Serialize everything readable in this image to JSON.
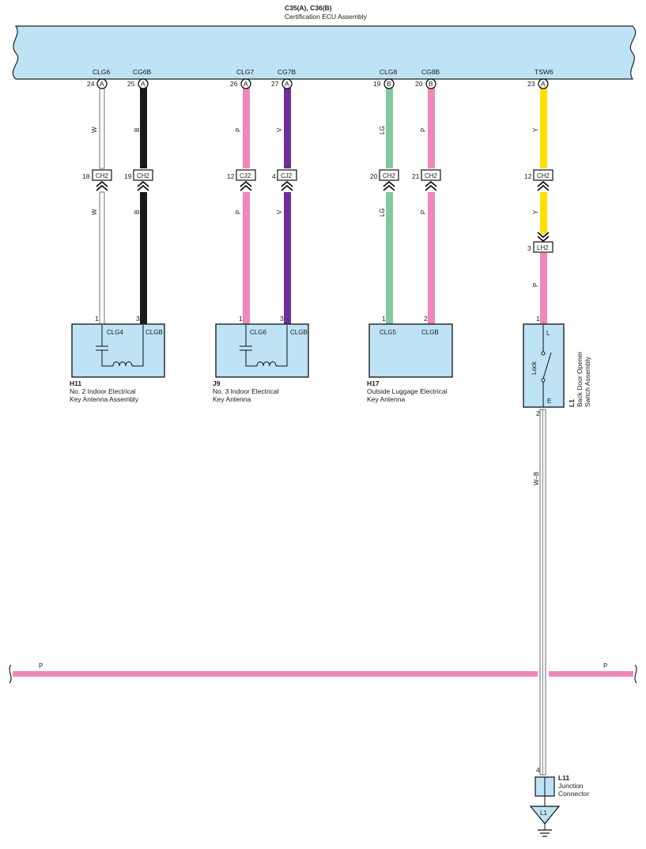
{
  "ecu": {
    "code": "C35(A), C36(B)",
    "name": "Certification ECU Assembly",
    "terminals": [
      {
        "signal": "CLG6",
        "pin": "24",
        "conn": "A"
      },
      {
        "signal": "CG6B",
        "pin": "25",
        "conn": "A"
      },
      {
        "signal": "CLG7",
        "pin": "26",
        "conn": "A"
      },
      {
        "signal": "CG7B",
        "pin": "27",
        "conn": "A"
      },
      {
        "signal": "CLG8",
        "pin": "19",
        "conn": "B"
      },
      {
        "signal": "CG8B",
        "pin": "20",
        "conn": "B"
      },
      {
        "signal": "TSW6",
        "pin": "23",
        "conn": "A"
      }
    ]
  },
  "wire_colors": {
    "W": "#ffffff",
    "B": "#1a1a1a",
    "P": "#ef87b9",
    "V": "#6b2f95",
    "LG": "#82c99d",
    "Y": "#ffe000",
    "W-B": "#ffffff"
  },
  "wires": [
    {
      "color": "W",
      "label_upper": "W",
      "label_lower": "W",
      "inline_pin": "18",
      "inline_conn": "CH2",
      "component_pin": "1"
    },
    {
      "color": "B",
      "label_upper": "B",
      "label_lower": "B",
      "inline_pin": "19",
      "inline_conn": "CH2",
      "component_pin": "3"
    },
    {
      "color": "P",
      "label_upper": "P",
      "label_lower": "P",
      "inline_pin": "12",
      "inline_conn": "CJ2",
      "component_pin": "1"
    },
    {
      "color": "V",
      "label_upper": "V",
      "label_lower": "V",
      "inline_pin": "4",
      "inline_conn": "CJ2",
      "component_pin": "3"
    },
    {
      "color": "LG",
      "label_upper": "LG",
      "label_lower": "LG",
      "inline_pin": "20",
      "inline_conn": "CH2",
      "component_pin": "1"
    },
    {
      "color": "P",
      "label_upper": "P",
      "label_lower": "P",
      "inline_pin": "21",
      "inline_conn": "CH2",
      "component_pin": "2"
    },
    {
      "color": "Y",
      "label_upper": "Y",
      "label_lower": "Y",
      "inline_pin": "12",
      "inline_conn": "CH2",
      "second_pin": "3",
      "second_conn": "LH2",
      "label_third": "P",
      "component_pin": "1"
    }
  ],
  "components": [
    {
      "code": "H11",
      "desc1": "No.  2 Indoor Electrical",
      "desc2": "Key Antenna Assembly",
      "term_left": "CLG4",
      "term_right": "CLGB"
    },
    {
      "code": "J9",
      "desc1": "No.  3 Indoor Electrical",
      "desc2": "Key Antenna",
      "term_left": "CLG6",
      "term_right": "CLGB"
    },
    {
      "code": "H17",
      "desc1": "Outside Luggage Electrical",
      "desc2": "Key Antenna",
      "term_left": "CLG5",
      "term_right": "CLGB"
    }
  ],
  "switch": {
    "code": "L1",
    "desc1": "Back Door Opener",
    "desc2": "Switch Assembly",
    "term_top": "L",
    "term_bottom": "E",
    "label": "Lock",
    "out_pin": "2",
    "out_wire_label": "W–B"
  },
  "bus": {
    "label_left": "P",
    "label_right": "P"
  },
  "junction": {
    "code": "L11",
    "desc1": "Junction",
    "desc2": "Connector",
    "pin": "4"
  },
  "ground": {
    "label": "L1"
  }
}
